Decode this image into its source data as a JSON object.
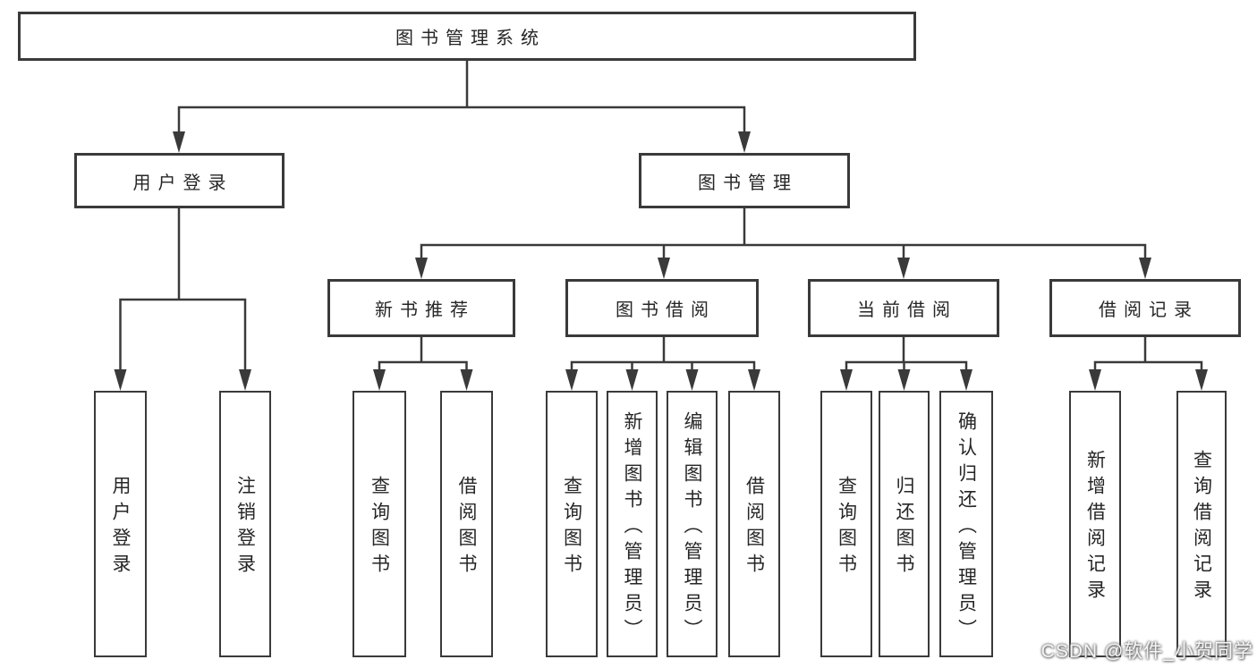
{
  "diagram_type": "hierarchy-tree",
  "tree": {
    "label": "图书管理系统",
    "children": [
      {
        "label": "用户登录",
        "children": [
          {
            "label": "用户登录"
          },
          {
            "label": "注销登录"
          }
        ]
      },
      {
        "label": "图书管理",
        "children": [
          {
            "label": "新书推荐",
            "children": [
              {
                "label": "查询图书"
              },
              {
                "label": "借阅图书"
              }
            ]
          },
          {
            "label": "图书借阅",
            "children": [
              {
                "label": "查询图书"
              },
              {
                "label": "新增图书（管理员）"
              },
              {
                "label": "编辑图书（管理员）"
              },
              {
                "label": "借阅图书"
              }
            ]
          },
          {
            "label": "当前借阅",
            "children": [
              {
                "label": "查询图书"
              },
              {
                "label": "归还图书"
              },
              {
                "label": "确认归还（管理员）"
              }
            ]
          },
          {
            "label": "借阅记录",
            "children": [
              {
                "label": "新增借阅记录"
              },
              {
                "label": "查询借阅记录"
              }
            ]
          }
        ]
      }
    ]
  },
  "watermark": {
    "text": "CSDN @软件_小贺同学"
  },
  "colors": {
    "line": "#3a3a3a",
    "text": "#262626",
    "background": "#ffffff",
    "watermark_fill": "#f5f5f5"
  }
}
